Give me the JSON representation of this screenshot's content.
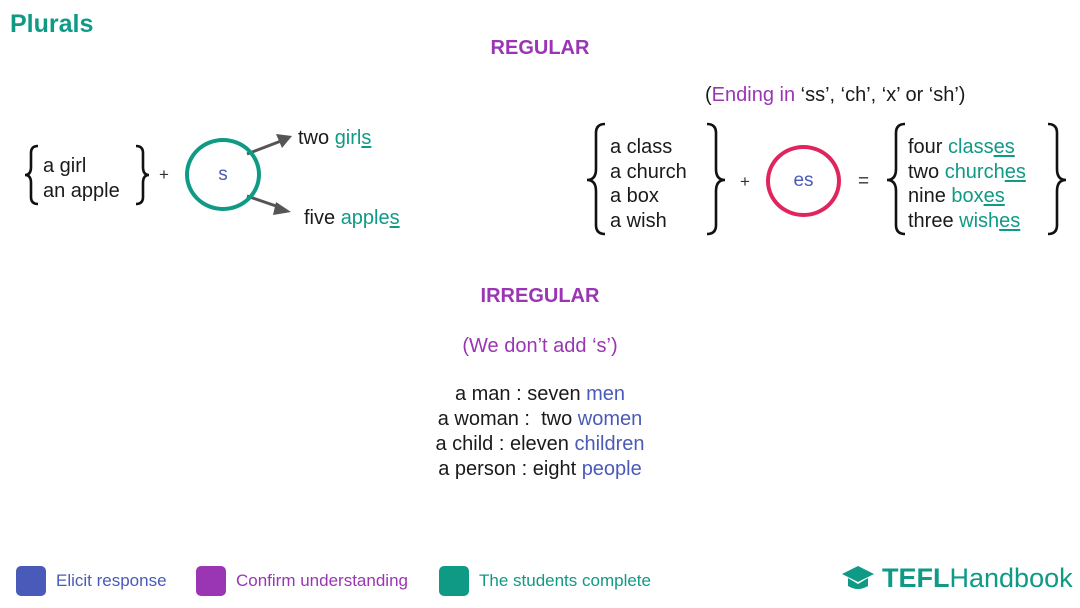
{
  "title": "Plurals",
  "regular": {
    "heading": "REGULAR",
    "note": {
      "open": "(",
      "highlight": "Ending in",
      "rest": " ‘ss’, ‘ch’, ‘x’ or ‘sh’)"
    },
    "s_rule": {
      "inputs": [
        "a girl",
        "an apple"
      ],
      "plus": "+",
      "suffix": "s",
      "outputs": [
        {
          "prefix": "two ",
          "stem": "girl",
          "ending": "s"
        },
        {
          "prefix": "five ",
          "stem": "apple",
          "ending": "s"
        }
      ]
    },
    "es_rule": {
      "inputs": [
        "a class",
        "a church",
        "a box",
        "a wish"
      ],
      "plus": "+",
      "suffix": "es",
      "equals": "=",
      "outputs": [
        {
          "prefix": "four ",
          "stem": "class",
          "ending": "es"
        },
        {
          "prefix": "two ",
          "stem": "church",
          "ending": "es"
        },
        {
          "prefix": "nine ",
          "stem": "box",
          "ending": "es"
        },
        {
          "prefix": "three ",
          "stem": "wish",
          "ending": "es"
        }
      ]
    }
  },
  "irregular": {
    "heading": "IRREGULAR",
    "note": "(We don’t add ‘s’)",
    "pairs": [
      {
        "text": "a man : seven ",
        "plural": "men"
      },
      {
        "text": "a woman :  two ",
        "plural": "women"
      },
      {
        "text": "a child : eleven ",
        "plural": "children"
      },
      {
        "text": "a person : eight ",
        "plural": "people"
      }
    ]
  },
  "legend": [
    {
      "label": "Elicit response",
      "color": "#4a5ab8"
    },
    {
      "label": "Confirm understanding",
      "color": "#9a35b3"
    },
    {
      "label": "The students complete",
      "color": "#0f9a86"
    }
  ],
  "logo": {
    "bold": "TEFL",
    "regular": "Handbook",
    "icon": "graduation-cap-icon"
  },
  "colors": {
    "teal": "#0f9a86",
    "purple": "#9a35b3",
    "blue": "#4a5ab8",
    "pink": "#e0245e"
  }
}
